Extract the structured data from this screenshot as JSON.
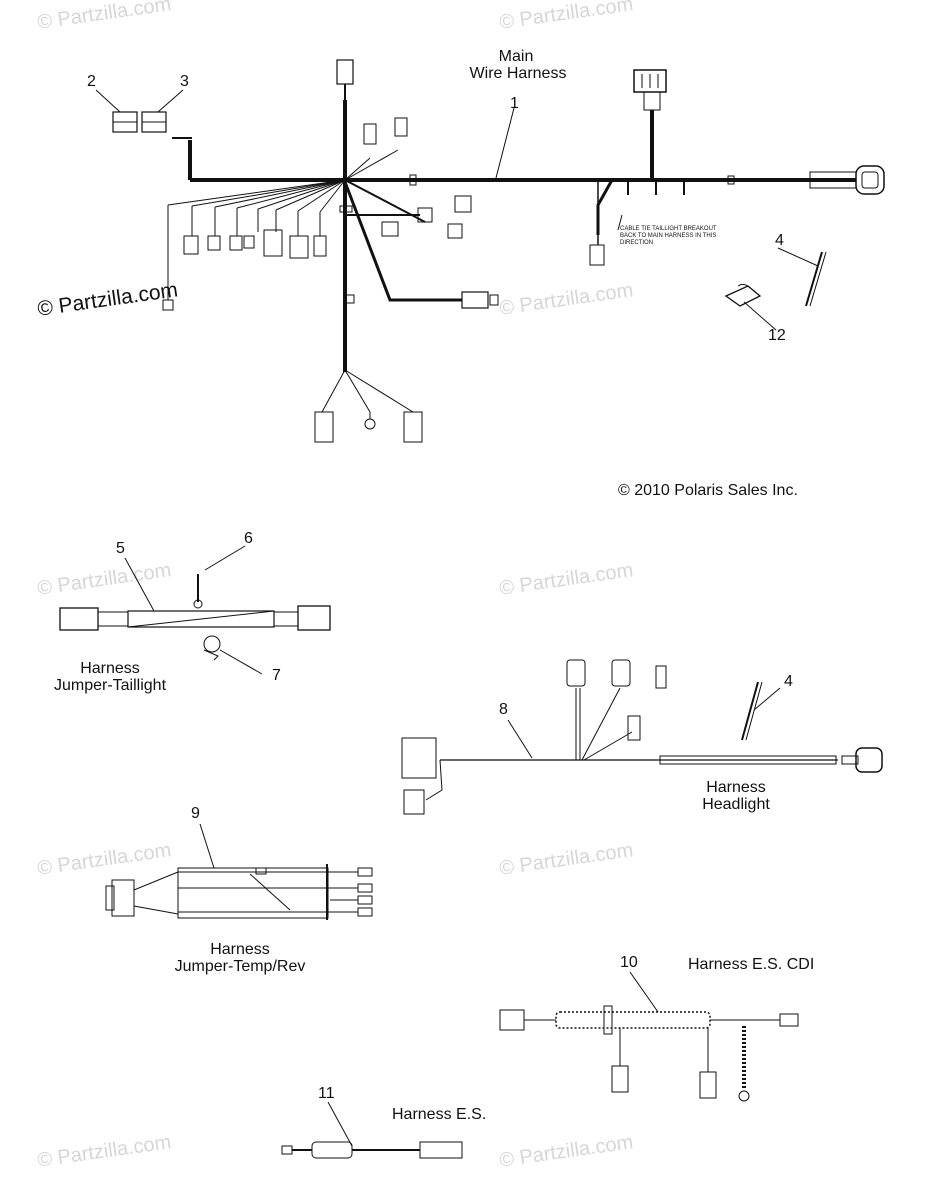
{
  "watermark": "© Partzilla.com",
  "copyright": "© 2010 Polaris Sales Inc.",
  "main_harness": {
    "title_line1": "Main",
    "title_line2": "Wire Harness",
    "note": "CABLE TIE TAILLIGHT BREAKOUT BACK TO MAIN HARNESS IN THIS DIRECTION"
  },
  "taillight": {
    "line1": "Harness",
    "line2": "Jumper-Taillight"
  },
  "headlight": {
    "line1": "Harness",
    "line2": "Headlight"
  },
  "temp_rev": {
    "line1": "Harness",
    "line2": "Jumper-Temp/Rev"
  },
  "es_cdi": {
    "label": "Harness E.S. CDI"
  },
  "es": {
    "label": "Harness E.S."
  },
  "callouts": [
    "1",
    "2",
    "3",
    "4",
    "12",
    "5",
    "6",
    "7",
    "8",
    "4",
    "9",
    "10",
    "11"
  ]
}
